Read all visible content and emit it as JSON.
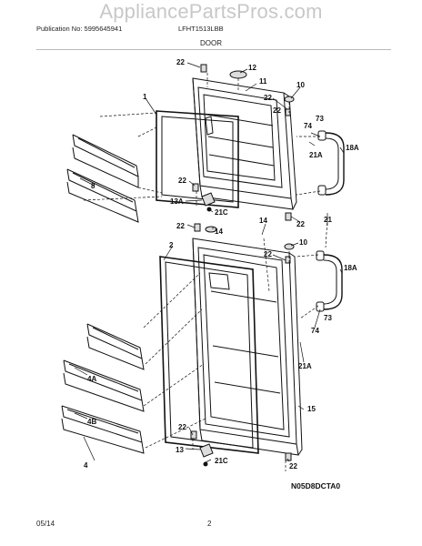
{
  "watermark": "AppliancePartsPros.com",
  "header": {
    "publication": "Publication No: 5995645941",
    "model": "LFHT1513LBB"
  },
  "section_title": "DOOR",
  "diagram_code": "N05D8DCTA0",
  "footer": {
    "date": "05/14",
    "page": "2"
  },
  "callouts": {
    "c1": "1",
    "c2": "2",
    "c4": "4",
    "c4a": "4A",
    "c4b": "4B",
    "c8": "8",
    "c10a": "10",
    "c10b": "10",
    "c11": "11",
    "c12": "12",
    "c13": "13",
    "c13a": "13A",
    "c14a": "14",
    "c14b": "14",
    "c15": "15",
    "c18a_top": "18A",
    "c18a_bot": "18A",
    "c21_mid": "21",
    "c21a_top": "21A",
    "c21a_bot": "21A",
    "c21c_top": "21C",
    "c21c_bot": "21C",
    "c22_a": "22",
    "c22_b": "22",
    "c22_c": "22",
    "c22_d": "22",
    "c22_e": "22",
    "c22_f": "22",
    "c22_g": "22",
    "c22_h": "22",
    "c22_i": "22",
    "c73_top": "73",
    "c73_bot": "73",
    "c74_top": "74",
    "c74_bot": "74"
  }
}
